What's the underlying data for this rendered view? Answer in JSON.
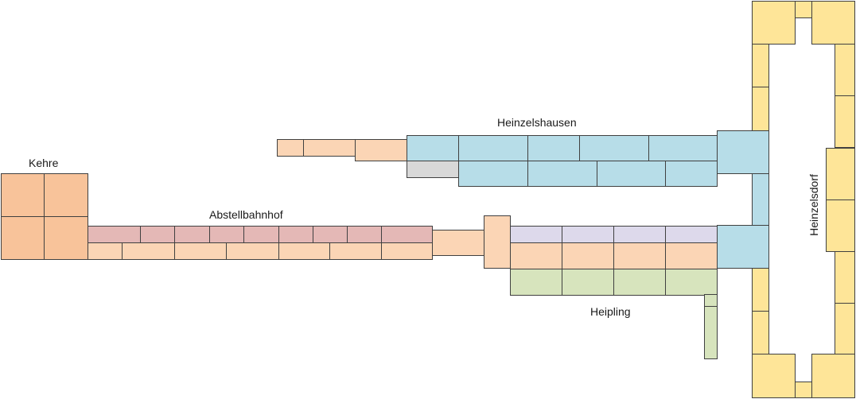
{
  "labels": {
    "kehre": "Kehre",
    "abstellbahnhof": "Abstellbahnhof",
    "heinzelshausen": "Heinzelshausen",
    "heipling": "Heipling",
    "heinzelsdorf": "Heinzelsdorf"
  },
  "colors": {
    "kehre": "#f8c39a",
    "peach": "#fbd5b5",
    "rose": "#e4b8b6",
    "blue": "#b7dde8",
    "grey": "#d8d8d8",
    "lavender": "#ddd9eb",
    "green": "#d7e4bd",
    "yellow": "#fee598",
    "outline": "#404040"
  }
}
